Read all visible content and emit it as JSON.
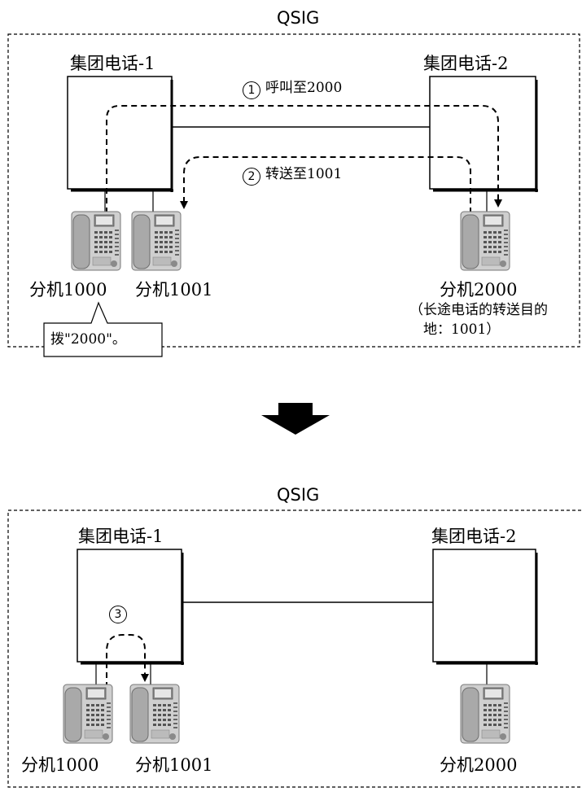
{
  "top": {
    "protocol": "QSIG",
    "pbx1": "集团电话-1",
    "pbx2": "集团电话-2",
    "step1": {
      "num": "1",
      "text": "呼叫至2000"
    },
    "step2": {
      "num": "2",
      "text": "转送至1001"
    },
    "ext1000": "分机1000",
    "ext1001": "分机1001",
    "ext2000": "分机2000",
    "ext2000_note_line1": "（长途电话的转送目的",
    "ext2000_note_line2": "地：1001）",
    "callout": "拨\"2000\"。"
  },
  "bottom": {
    "protocol": "QSIG",
    "pbx1": "集团电话-1",
    "pbx2": "集团电话-2",
    "step3": {
      "num": "3"
    },
    "ext1000": "分机1000",
    "ext1001": "分机1001",
    "ext2000": "分机2000"
  },
  "colors": {
    "phone_body": "#b8b8b8",
    "phone_dark": "#6e6e6e",
    "line": "#000000"
  }
}
